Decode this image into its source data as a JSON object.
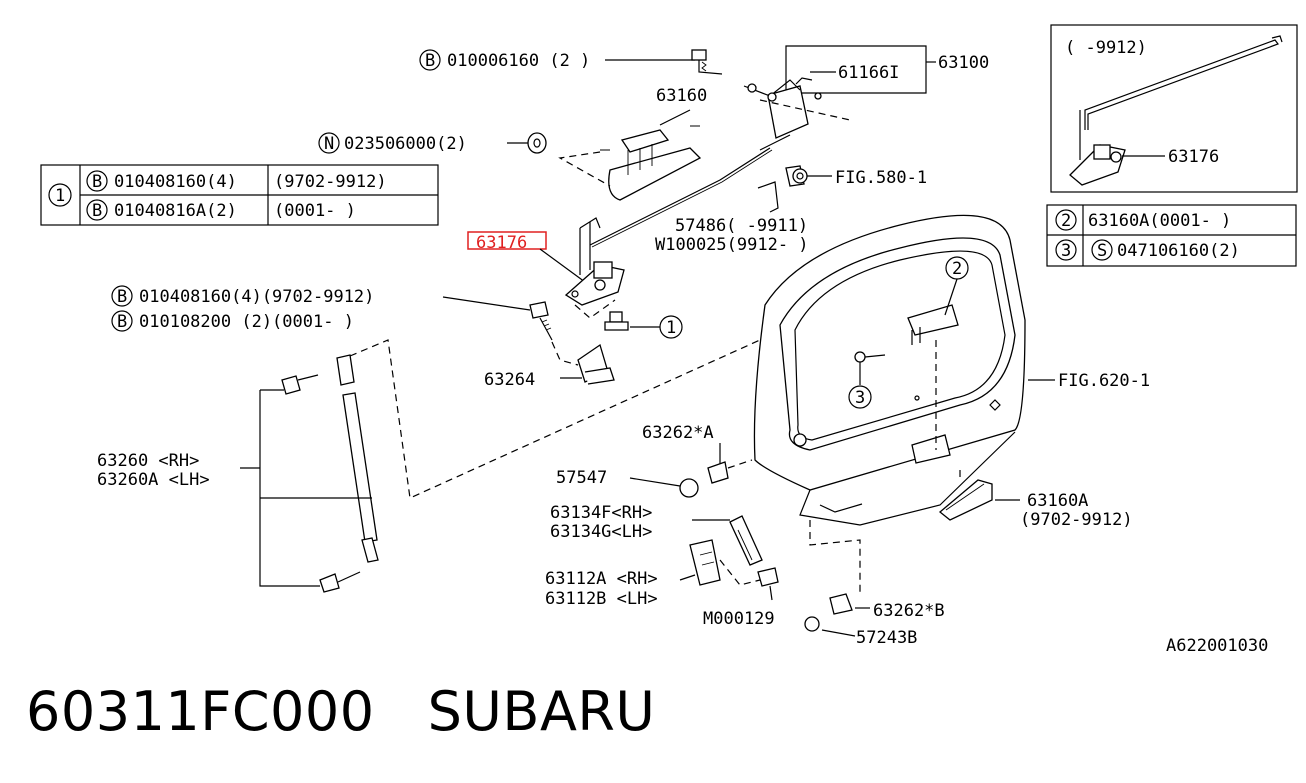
{
  "callouts": {
    "c_010006160": "010006160 (2 )",
    "c_63100": "63100",
    "c_61166i": "61166I",
    "c_63160": "63160",
    "c_023506000": "023506000(2)",
    "c_fig580": "FIG.580-1",
    "c_57486": "57486(  -9911)",
    "c_w100025": "W100025(9912-  )",
    "c_63176_highlight": "63176",
    "c_010408160_b": "010408160(4)(9702-9912)",
    "c_010108200": "010108200 (2)(0001-    )",
    "c_63264": "63264",
    "c_63260": "63260  <RH>",
    "c_63260a": "63260A <LH>",
    "c_57547": "57547",
    "c_63262a": "63262*A",
    "c_63134f": "63134F<RH>",
    "c_63134g": "63134G<LH>",
    "c_63112a": "63112A <RH>",
    "c_63112b": "63112B <LH>",
    "c_m000129": "M000129",
    "c_63262b": "63262*B",
    "c_57243b": "57243B",
    "c_63160a": "63160A",
    "c_63160a_range": "(9702-9912)",
    "c_fig620": "FIG.620-1",
    "c_inset_range": "(   -9912)",
    "c_inset_63176": "63176",
    "c_diagram_code": "A622001030"
  },
  "markers": {
    "b": "B",
    "n": "N",
    "s": "S",
    "one": "1",
    "two": "2",
    "three": "3"
  },
  "table_left": {
    "row_num": "1",
    "rows": [
      {
        "part": "010408160(4)",
        "range": "(9702-9912)"
      },
      {
        "part": "01040816A(2)",
        "range": "(0001-    )"
      }
    ]
  },
  "table_right": {
    "rows": [
      {
        "num": "2",
        "text": "63160A(0001-    )"
      },
      {
        "num": "3",
        "text": "047106160(2)"
      }
    ]
  },
  "footer": {
    "part_number": "60311FC000",
    "brand": "SUBARU"
  },
  "colors": {
    "highlight": "#e02020",
    "line": "#000000"
  }
}
